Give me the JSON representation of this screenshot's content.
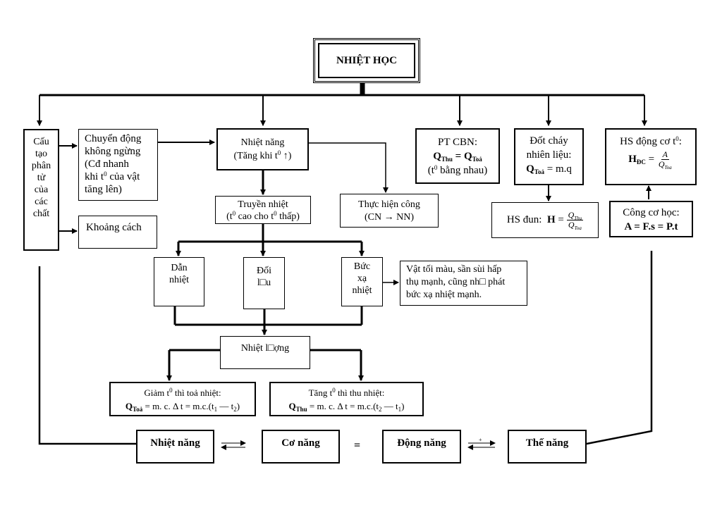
{
  "root": {
    "title": "NHIỆT HỌC"
  },
  "cau_tao": {
    "lines": [
      "Cấu",
      "tạo",
      "phân",
      "tử",
      "của",
      "các",
      "chất"
    ]
  },
  "chuyen_dong": {
    "lines": [
      "Chuyển động",
      "không ngừng",
      "(Cđ    nhanh",
      "khi t",
      "tăng lên)"
    ],
    "sup": "0",
    "tail": " của vật"
  },
  "khoang_cach": {
    "label": "Khoảng cách"
  },
  "nhiet_nang": {
    "label": "Nhiệt năng",
    "sub_a": "(Tăng khi t",
    "sup": "0",
    "sub_b": " ↑)"
  },
  "truyen_nhiet": {
    "label": "Truyền nhiệt",
    "l2a": "(t",
    "sup1": "0",
    "l2b": " cao cho t",
    "sup2": "0",
    "l2c": " thấp)"
  },
  "thuc_hien_cong": {
    "label": "Thực hiện công",
    "line2": "(CN → NN)"
  },
  "dan_nhiet": {
    "l1": "Dẫn",
    "l2": "nhiệt"
  },
  "doi_luu": {
    "l1": "Đối",
    "l2": "l□u"
  },
  "buc_xa": {
    "l1": "Bức",
    "l2": "xạ",
    "l3": "nhiệt"
  },
  "vat_toi": {
    "l1": "Vật tối màu, sần sùi hấp",
    "l2": "thụ mạnh, cũng nh□ phát",
    "l3": "bức xạ nhiệt mạnh."
  },
  "nhiet_luong": {
    "label": "Nhiệt l□ợng"
  },
  "giam": {
    "a": "Giảm t",
    "sup": "0",
    "b": " thì toả nhiệt:",
    "q": "Q",
    "qsub": "Toả",
    "eq": " = m. c. Δ t = m.c.(t",
    "s1": "1",
    "dash": " — t",
    "s2": "2",
    "end": ")"
  },
  "tang": {
    "a": "Tăng t",
    "sup": "0",
    "b": " thì thu nhiệt:",
    "q": "Q",
    "qsub": "Thu",
    "eq": " = m. c. Δ t = m.c.(t",
    "s1": "2",
    "dash": " — t",
    "s2": "1",
    "end": ")"
  },
  "pt_cbn": {
    "label": "PT CBN:",
    "q1": "Q",
    "s1": "Thu",
    "mid": " = ",
    "q2": "Q",
    "s2": "Toả",
    "l3a": "(t",
    "sup": "0",
    "l3b": " bằng nhau)"
  },
  "dot_chay": {
    "l1": "Đốt cháy",
    "l2": "nhiên liệu:",
    "q": "Q",
    "qsub": "Toả",
    "eq": " = m.q"
  },
  "hs_dun": {
    "label": "HS đun:",
    "h": "H",
    "eq": " = ",
    "num": "Q",
    "num_sub": "Thu",
    "den": "Q",
    "den_sub": "Toa"
  },
  "hs_dong_co": {
    "label": "HS động cơ t",
    "sup": "0",
    "colon": ":",
    "h": "H",
    "hsub": "ĐC",
    "eq": " = ",
    "num": "A",
    "den": "Q",
    "den_sub": "Toa"
  },
  "cong_co_hoc": {
    "label": "Công cơ học:",
    "formula": "A = F.s = P.t"
  },
  "bottom": {
    "nhiet_nang": "Nhiệt năng",
    "co_nang": "Cơ năng",
    "dong_nang": "Động năng",
    "the_nang": "Thế năng",
    "equals": "=",
    "plus": "+"
  }
}
